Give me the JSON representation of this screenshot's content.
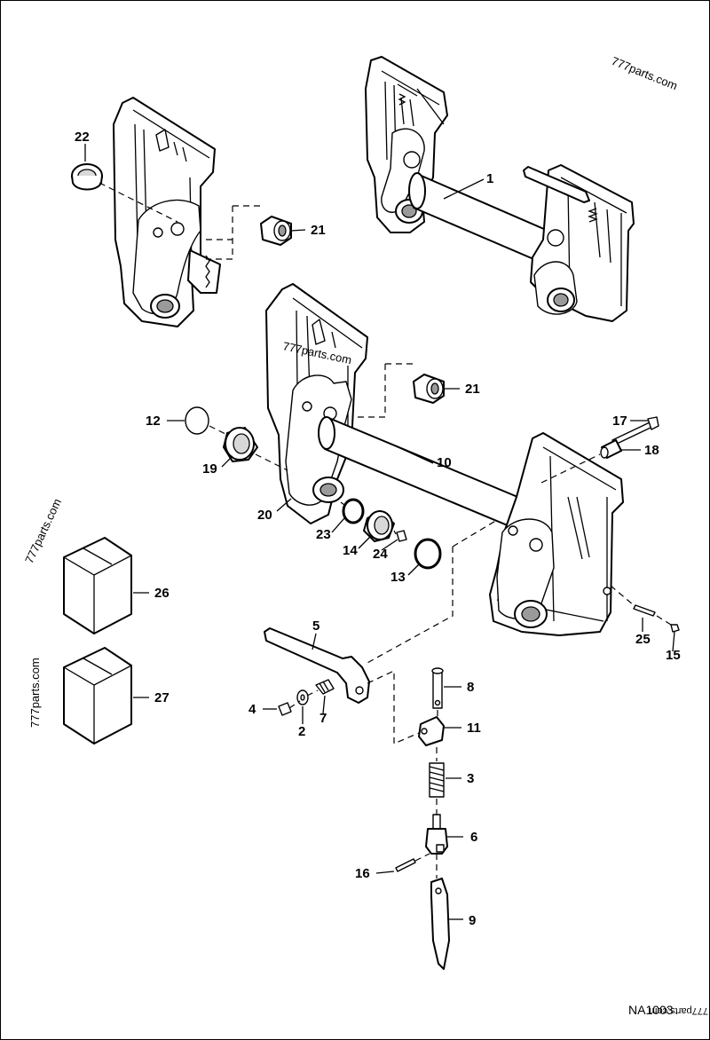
{
  "watermarks": [
    "777parts.com",
    "777parts.com",
    "777parts.com",
    "777parts.com",
    "777parts.com"
  ],
  "drawing_code": "NA1003",
  "callouts": [
    "1",
    "2",
    "3",
    "4",
    "5",
    "6",
    "7",
    "8",
    "9",
    "10",
    "11",
    "12",
    "13",
    "14",
    "15",
    "16",
    "17",
    "18",
    "19",
    "20",
    "21",
    "21",
    "22",
    "23",
    "24",
    "25",
    "26",
    "27"
  ]
}
